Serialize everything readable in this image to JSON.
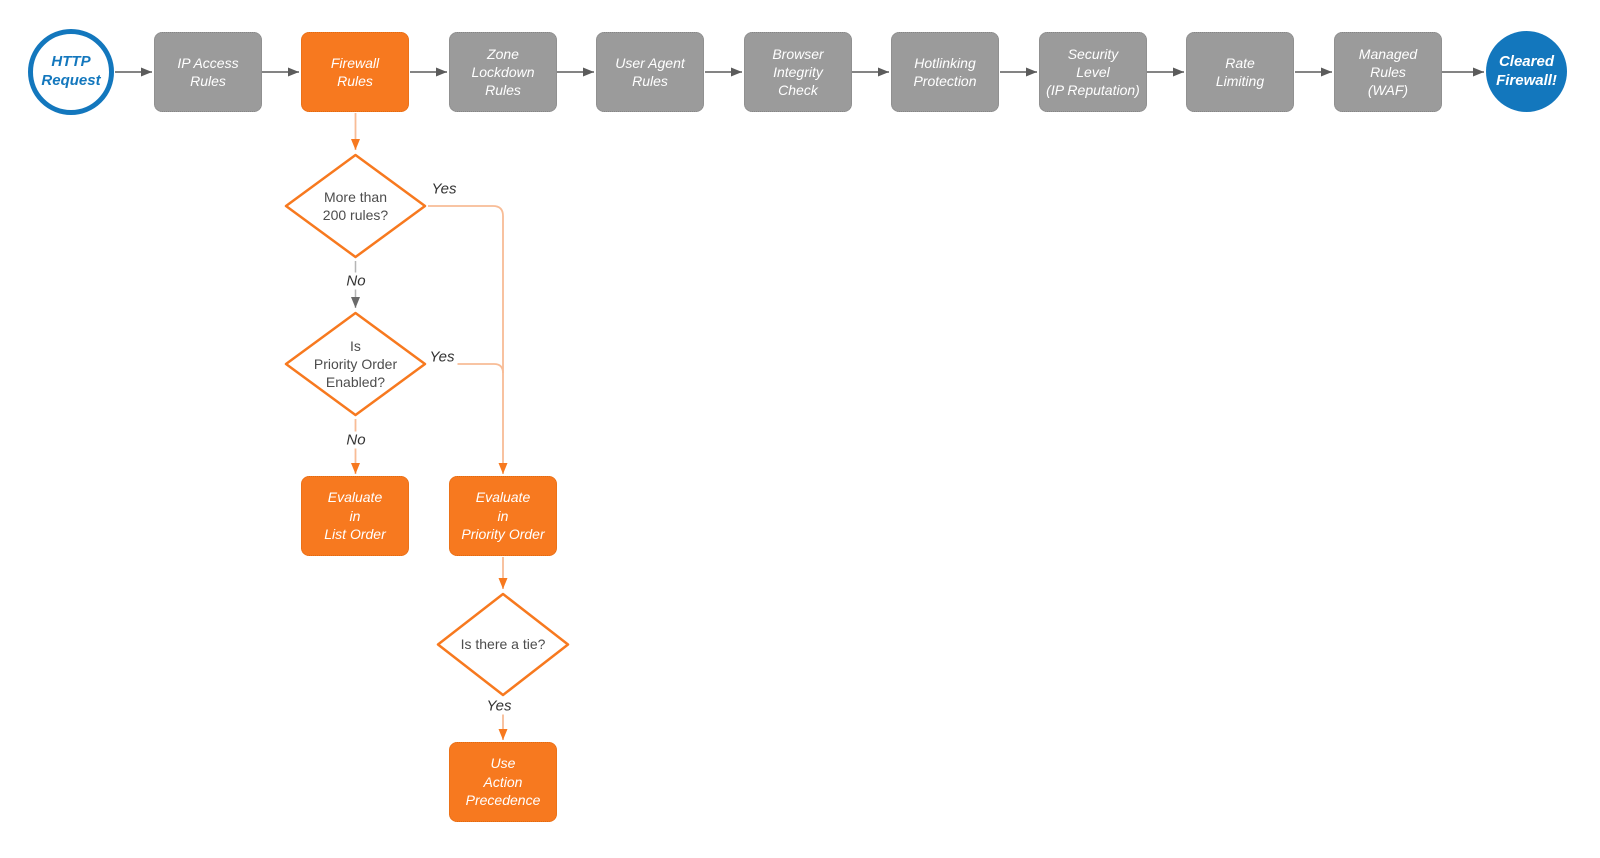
{
  "diagram": {
    "title_implicit": "Firewall request evaluation flowchart",
    "start": {
      "label": "HTTP\nRequest"
    },
    "pipeline": [
      {
        "label": "IP Access\nRules"
      },
      {
        "label": "Firewall\nRules"
      },
      {
        "label": "Zone\nLockdown\nRules"
      },
      {
        "label": "User Agent\nRules"
      },
      {
        "label": "Browser\nIntegrity\nCheck"
      },
      {
        "label": "Hotlinking\nProtection"
      },
      {
        "label": "Security\nLevel\n(IP Reputation)"
      },
      {
        "label": "Rate\nLimiting"
      },
      {
        "label": "Managed\nRules\n(WAF)"
      }
    ],
    "end": {
      "label": "Cleared\nFirewall!"
    },
    "decisions": [
      {
        "label": "More than\n200 rules?",
        "yes": "Yes",
        "no": "No"
      },
      {
        "label": "Is\nPriority Order\nEnabled?",
        "yes": "Yes",
        "no": "No"
      },
      {
        "label": "Is there a tie?",
        "yes": "Yes"
      }
    ],
    "actions": [
      {
        "label": "Evaluate\nin\nList Order"
      },
      {
        "label": "Evaluate\nin\nPriority Order"
      },
      {
        "label": "Use\nAction\nPrecedence"
      }
    ],
    "colors": {
      "node_orange": "#f7791f",
      "node_gray": "#9b9b9b",
      "node_blue": "#1377bd",
      "connector_gray": "#5b5b5b",
      "connector_gray_pale": "#b5b5b5",
      "connector_orange_pale": "#f8bc96",
      "diamond_stroke": "#f7791f",
      "diamond_text": "#4d4d4d"
    }
  }
}
